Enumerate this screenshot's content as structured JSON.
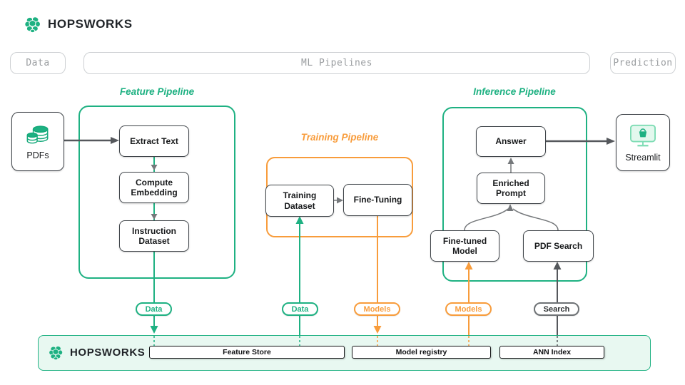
{
  "brand": {
    "name": "HOPSWORKS"
  },
  "legend": {
    "data": "Data",
    "ml_pipelines": "ML Pipelines",
    "prediction": "Prediction"
  },
  "feature_pipeline": {
    "title": "Feature Pipeline",
    "steps": [
      "Extract Text",
      "Compute Embedding",
      "Instruction Dataset"
    ]
  },
  "training_pipeline": {
    "title": "Training Pipeline",
    "steps": [
      "Training Dataset",
      "Fine-Tuning"
    ]
  },
  "inference_pipeline": {
    "title": "Inference Pipeline",
    "nodes": {
      "answer": "Answer",
      "enriched_prompt": "Enriched Prompt",
      "fine_tuned_model": "Fine-tuned Model",
      "pdf_search": "PDF Search"
    }
  },
  "external": {
    "pdfs": "PDFs",
    "streamlit": "Streamlit"
  },
  "flow_labels": {
    "data_1": "Data",
    "data_2": "Data",
    "models_1": "Models",
    "models_2": "Models",
    "search": "Search"
  },
  "store_bar": {
    "brand": "HOPSWORKS",
    "items": [
      "Feature Store",
      "Model registry",
      "ANN Index"
    ]
  },
  "colors": {
    "green": "#1EB182",
    "orange": "#F89C3B",
    "dark_gray": "#55585C",
    "mid_gray": "#75787B",
    "mint_bar": "#E8F8F1"
  }
}
